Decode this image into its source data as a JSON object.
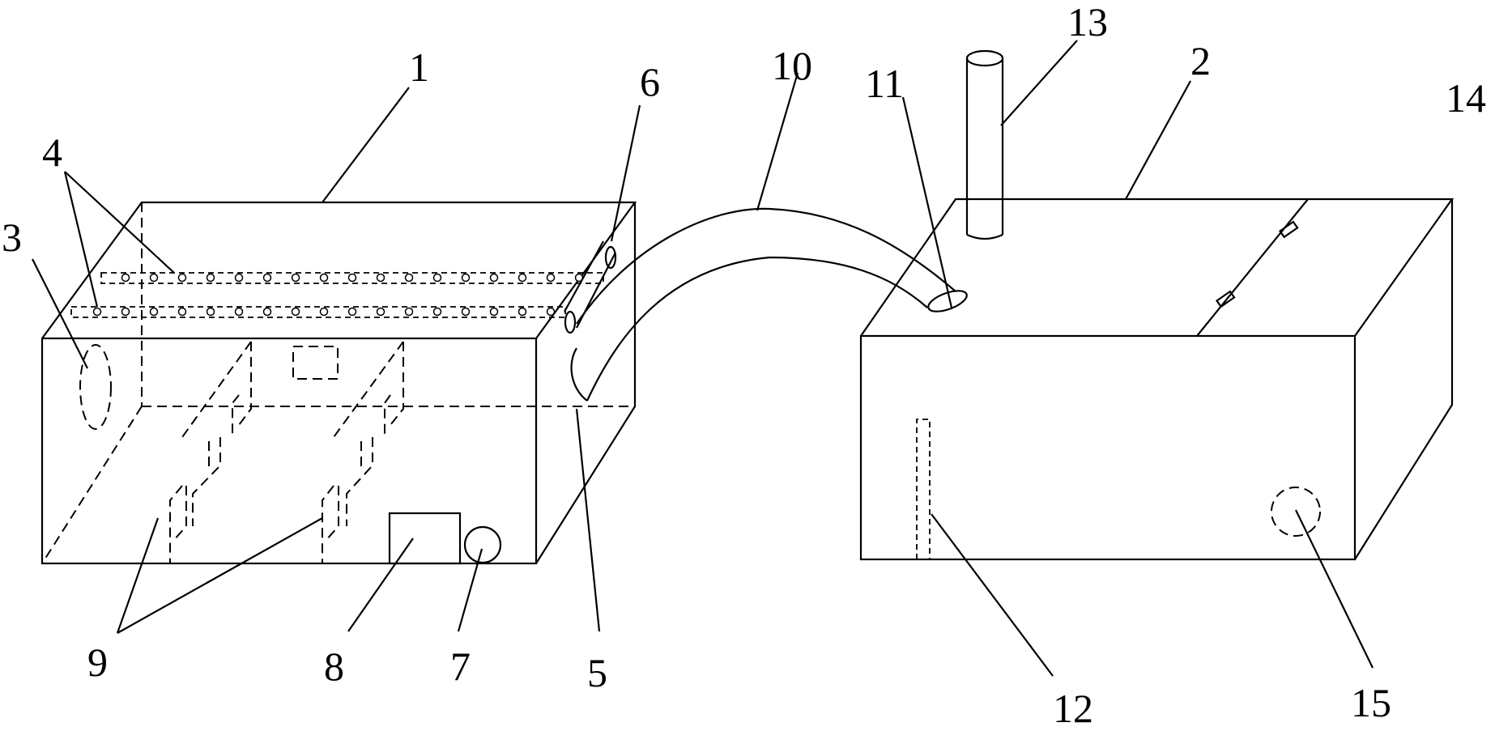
{
  "labels": {
    "tank1": "1",
    "tank2": "2",
    "window": "3",
    "spray_pipes": "4",
    "inlet_pipe": "5",
    "pipe_outlet": "6",
    "drain": "7",
    "pump": "8",
    "baffles": "9",
    "hose": "10",
    "hose_end": "11",
    "level_gauge": "12",
    "vent_pipe": "13",
    "lid": "14",
    "outlet": "15"
  }
}
